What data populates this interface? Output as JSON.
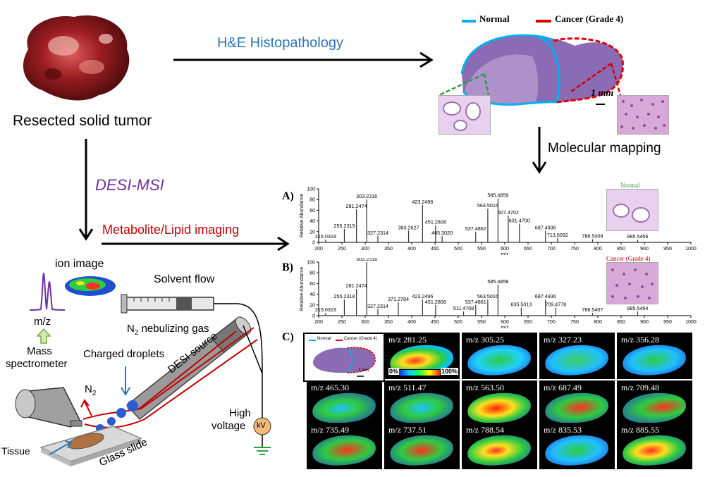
{
  "labels": {
    "resected_tumor": "Resected solid tumor",
    "he_histopathology": "H&E Histopathology",
    "legend_normal": "Normal",
    "legend_cancer": "Cancer (Grade 4)",
    "scale_bar": "1 mm",
    "molecular_mapping": "Molecular mapping",
    "desi_msi": "DESI-MSI",
    "metabolite_lipid": "Metabolite/Lipid imaging",
    "ion_image": "ion image",
    "mz": "m/z",
    "mass_spectrometer_1": "Mass",
    "mass_spectrometer_2": "spectrometer",
    "solvent_flow": "Solvent flow",
    "n2_gas_prefix": "N",
    "n2_gas_sub": "2",
    "n2_gas_suffix": " nebulizing gas",
    "charged_droplets": "Charged droplets",
    "n2_prefix": "N",
    "n2_sub": "2",
    "desi_source": "DESI source",
    "high": "High",
    "voltage": "voltage",
    "kv": "kV",
    "tissue": "Tissue",
    "glass_slide": "Glass slide",
    "panel_a": "A)",
    "panel_b": "B)",
    "panel_c": "C)",
    "inset_normal": "Normal",
    "inset_cancer": "Cancer (Grade 4)",
    "colorbar_min": "0%",
    "colorbar_max": "100%"
  },
  "colors": {
    "he_blue": "#2e75b6",
    "desi_purple": "#7030a0",
    "metabolite_red": "#c00000",
    "normal_outline": "#00b0f0",
    "cancer_outline": "#e00000",
    "green_arrow": "#70ad47"
  },
  "chart_data": [
    {
      "type": "bar",
      "panel": "A)",
      "xlabel": "m/z",
      "ylabel": "Relative Abundance",
      "xlim": [
        200,
        1000
      ],
      "ylim": [
        0,
        100
      ],
      "x_ticks": [
        "200",
        "250",
        "300",
        "350",
        "400",
        "450",
        "500",
        "550",
        "600",
        "650",
        "700",
        "750",
        "800",
        "850",
        "900",
        "950",
        "1000"
      ],
      "y_ticks": [
        "0",
        "20",
        "40",
        "60",
        "80",
        "100"
      ],
      "peaks": [
        {
          "x": 215.0319,
          "y": 5,
          "label": "215.0319"
        },
        {
          "x": 255.2319,
          "y": 25,
          "label": "255.2319"
        },
        {
          "x": 281.2474,
          "y": 62,
          "label": "281.2474"
        },
        {
          "x": 303.2316,
          "y": 80,
          "label": "303.2316"
        },
        {
          "x": 327.2314,
          "y": 12,
          "label": "327.2314"
        },
        {
          "x": 393.2627,
          "y": 22,
          "label": "393.2627"
        },
        {
          "x": 423.2496,
          "y": 70,
          "label": "423.2496"
        },
        {
          "x": 451.2808,
          "y": 32,
          "label": "451.2808"
        },
        {
          "x": 465.302,
          "y": 12,
          "label": "465.3020"
        },
        {
          "x": 537.4862,
          "y": 20,
          "label": "537.4862"
        },
        {
          "x": 563.5016,
          "y": 63,
          "label": "563.5016"
        },
        {
          "x": 585.4859,
          "y": 82,
          "label": "585.4859"
        },
        {
          "x": 607.4702,
          "y": 50,
          "label": "607.4702"
        },
        {
          "x": 631.47,
          "y": 35,
          "label": "631.4700"
        },
        {
          "x": 687.4936,
          "y": 22,
          "label": "687.4936"
        },
        {
          "x": 713.5092,
          "y": 8,
          "label": "713.5092"
        },
        {
          "x": 788.5409,
          "y": 6,
          "label": "788.5409"
        },
        {
          "x": 885.5456,
          "y": 5,
          "label": "885.5456"
        }
      ]
    },
    {
      "type": "bar",
      "panel": "B)",
      "xlabel": "m/z",
      "ylabel": "Relative Abundance",
      "xlim": [
        200,
        1000
      ],
      "ylim": [
        0,
        100
      ],
      "x_ticks": [
        "200",
        "250",
        "300",
        "350",
        "400",
        "450",
        "500",
        "550",
        "600",
        "650",
        "700",
        "750",
        "800",
        "850",
        "900",
        "950",
        "1000"
      ],
      "y_ticks": [
        "0",
        "20",
        "40",
        "60",
        "80",
        "100"
      ],
      "peaks": [
        {
          "x": 215.0319,
          "y": 5,
          "label": "215.0319"
        },
        {
          "x": 255.2318,
          "y": 30,
          "label": "255.2318"
        },
        {
          "x": 281.2474,
          "y": 50,
          "label": "281.2474"
        },
        {
          "x": 303.2316,
          "y": 100,
          "label": "303.2316"
        },
        {
          "x": 327.2314,
          "y": 12,
          "label": "327.2314"
        },
        {
          "x": 371.2784,
          "y": 25,
          "label": "371.2784"
        },
        {
          "x": 423.2496,
          "y": 30,
          "label": "423.2496"
        },
        {
          "x": 451.2808,
          "y": 20,
          "label": "451.2808"
        },
        {
          "x": 511.4708,
          "y": 8,
          "label": "511.4708"
        },
        {
          "x": 537.4861,
          "y": 20,
          "label": "537.4861"
        },
        {
          "x": 563.5016,
          "y": 30,
          "label": "563.5016"
        },
        {
          "x": 585.4858,
          "y": 58,
          "label": "585.4858"
        },
        {
          "x": 635.5013,
          "y": 15,
          "label": "635.5013"
        },
        {
          "x": 687.4936,
          "y": 30,
          "label": "687.4936"
        },
        {
          "x": 709.4778,
          "y": 15,
          "label": "709.4778"
        },
        {
          "x": 788.5407,
          "y": 5,
          "label": "788.5407"
        },
        {
          "x": 885.5454,
          "y": 8,
          "label": "885.5454"
        }
      ]
    }
  ],
  "ion_images": [
    "m/z 281.25",
    "m/z 305.25",
    "m/z 327.23",
    "m/z 356.28",
    "m/z 465.30",
    "m/z 511.47",
    "m/z 563.50",
    "m/z 687.49",
    "m/z 709.48",
    "m/z 735.49",
    "m/z 737.51",
    "m/z 788.54",
    "m/z 835.53",
    "m/z 885.55"
  ]
}
